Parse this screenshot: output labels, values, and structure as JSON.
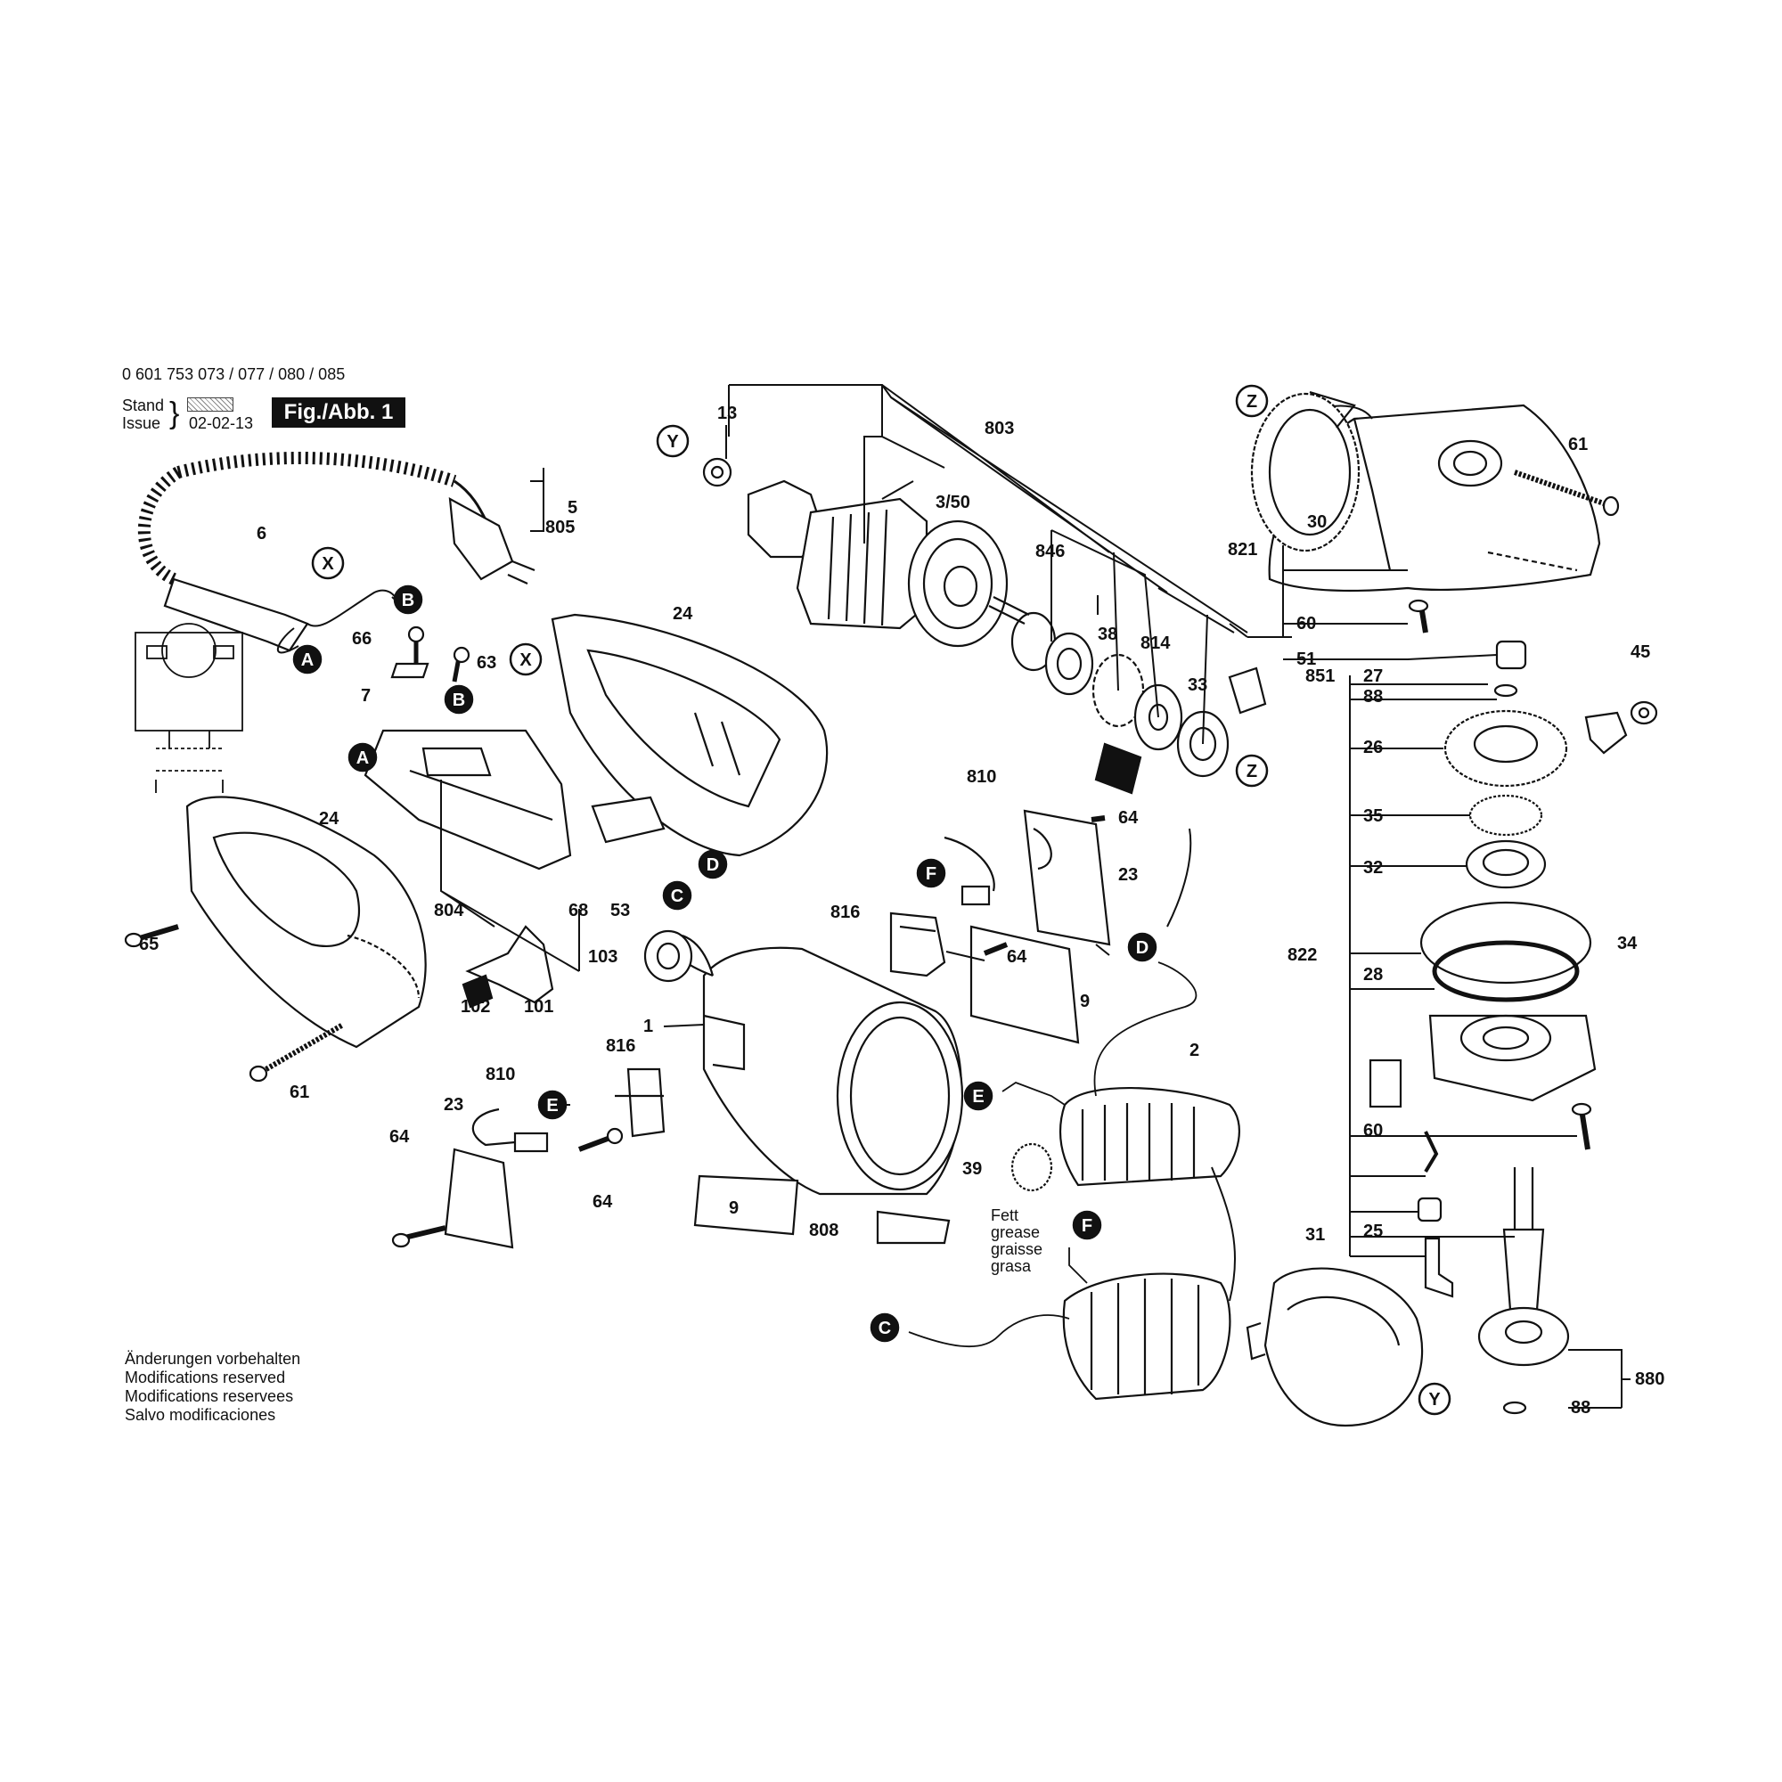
{
  "header": {
    "part_numbers": "0 601 753 073 / 077 / 080 / 085",
    "stand_label": "Stand",
    "issue_label": "Issue",
    "issue_date": "02-02-13",
    "figure_label": "Fig./Abb. 1"
  },
  "notes": [
    "Änderungen vorbehalten",
    "Modifications reserved",
    "Modifications reservees",
    "Salvo modificaciones"
  ],
  "grease_note": [
    "Fett",
    "grease",
    "graisse",
    "grasa"
  ],
  "connectors": [
    "A",
    "B",
    "C",
    "D",
    "E",
    "F",
    "X",
    "Y",
    "Z"
  ],
  "part_labels": {
    "l13": "13",
    "l803": "803",
    "l3_50": "3/50",
    "l846": "846",
    "l38": "38",
    "l814": "814",
    "l33": "33",
    "l61a": "61",
    "l30": "30",
    "l821": "821",
    "l60a": "60",
    "l51": "51",
    "l45": "45",
    "l851": "851",
    "l27": "27",
    "l88a": "88",
    "l26": "26",
    "l35": "35",
    "l32": "32",
    "l822": "822",
    "l34": "34",
    "l28": "28",
    "l60b": "60",
    "l25": "25",
    "l31": "31",
    "l880": "880",
    "l88b": "88",
    "l5": "5",
    "l805": "805",
    "l6": "6",
    "l24a": "24",
    "l66": "66",
    "l63": "63",
    "l7": "7",
    "l24b": "24",
    "l65": "65",
    "l804": "804",
    "l68": "68",
    "l53": "53",
    "l102": "102",
    "l101": "101",
    "l61b": "61",
    "l810a": "810",
    "l64a": "64",
    "l23a": "23",
    "l816a": "816",
    "l64b": "64",
    "l103": "103",
    "l9a": "9",
    "l1": "1",
    "l816b": "816",
    "l810b": "810",
    "l23b": "23",
    "l64c": "64",
    "l64d": "64",
    "l9b": "9",
    "l2": "2",
    "l39": "39",
    "l808": "808"
  }
}
